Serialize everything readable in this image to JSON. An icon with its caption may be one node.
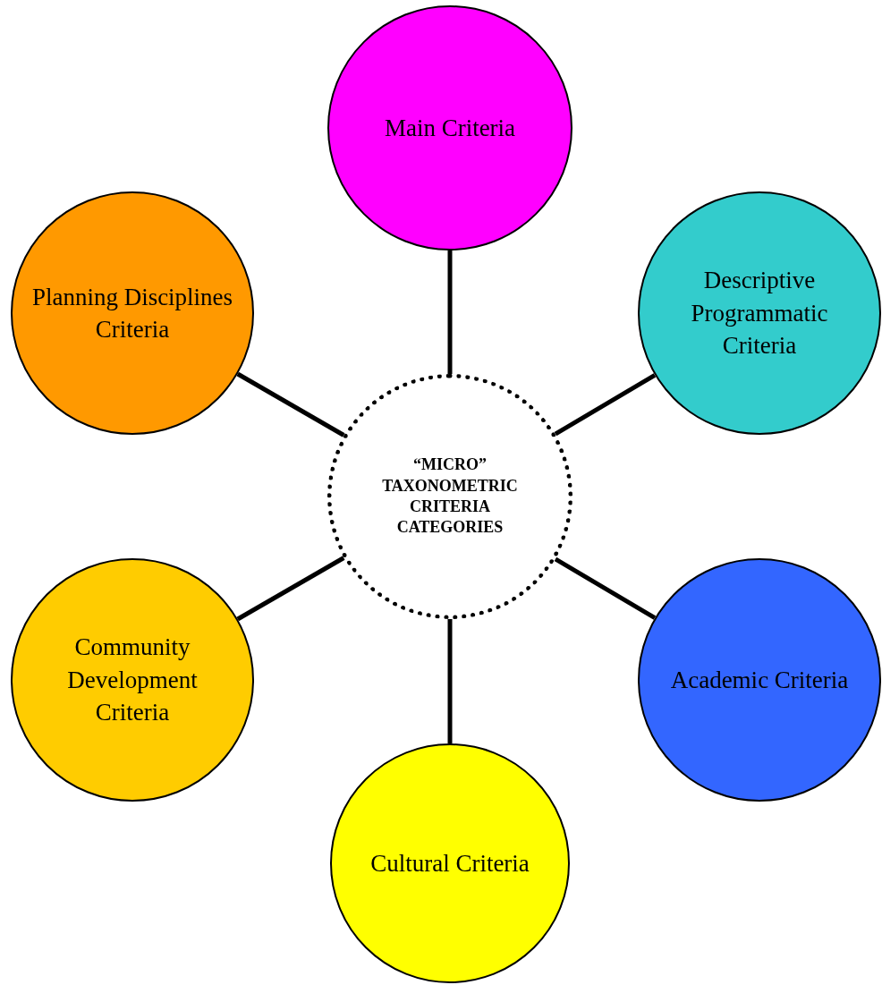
{
  "diagram": {
    "nodes": [
      {
        "text": [
          "“MICRO” TAXONOMETRIC CRITERIA CATEGORIES"
        ]
      },
      {
        "text": [
          "Main Criteria"
        ]
      },
      {
        "text": [
          "Planning Disciplines Criteria"
        ]
      },
      {
        "text": [
          "Descriptive Programmatic Criteria"
        ]
      },
      {
        "text": [
          "Community Development Criteria"
        ]
      },
      {
        "text": [
          "Academic Criteria"
        ]
      },
      {
        "text": [
          "Cultural Criteria"
        ]
      }
    ],
    "edges": [
      {
        "from": 0,
        "to": 1,
        "arrow": "none"
      },
      {
        "from": 0,
        "to": 2,
        "arrow": "none"
      },
      {
        "from": 0,
        "to": 3,
        "arrow": "none"
      },
      {
        "from": 0,
        "to": 4,
        "arrow": "none"
      },
      {
        "from": 0,
        "to": 5,
        "arrow": "none"
      },
      {
        "from": 0,
        "to": 6,
        "arrow": "none"
      }
    ]
  }
}
